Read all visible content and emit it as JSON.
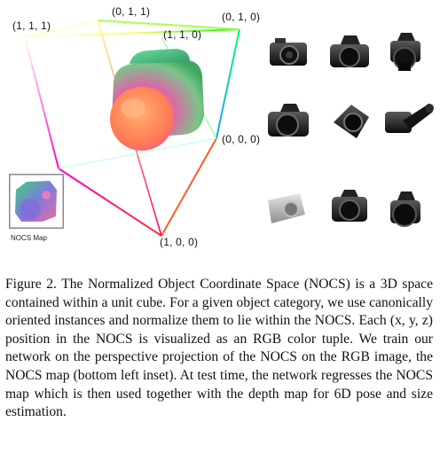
{
  "cube": {
    "labels": {
      "v111": "(1, 1, 1)",
      "v011": "(0, 1, 1)",
      "v010": "(0, 1, 0)",
      "v110": "(1, 1, 0)",
      "v000": "(0, 0, 0)",
      "v100": "(1, 0, 0)"
    }
  },
  "inset": {
    "label": "NOCS Map"
  },
  "caption": {
    "text": "Figure 2. The Normalized Object Coordinate Space (NOCS) is a 3D space contained within a unit cube. For a given object category, we use canonically oriented instances and normalize them to lie within the NOCS. Each (x, y, z) position in the NOCS is visualized as an RGB color tuple. We train our network on the perspective projection of the NOCS on the RGB image, the NOCS map (bottom left inset). At test time, the network regresses the NOCS map which is then used together with the depth map for 6D pose and size estimation."
  }
}
